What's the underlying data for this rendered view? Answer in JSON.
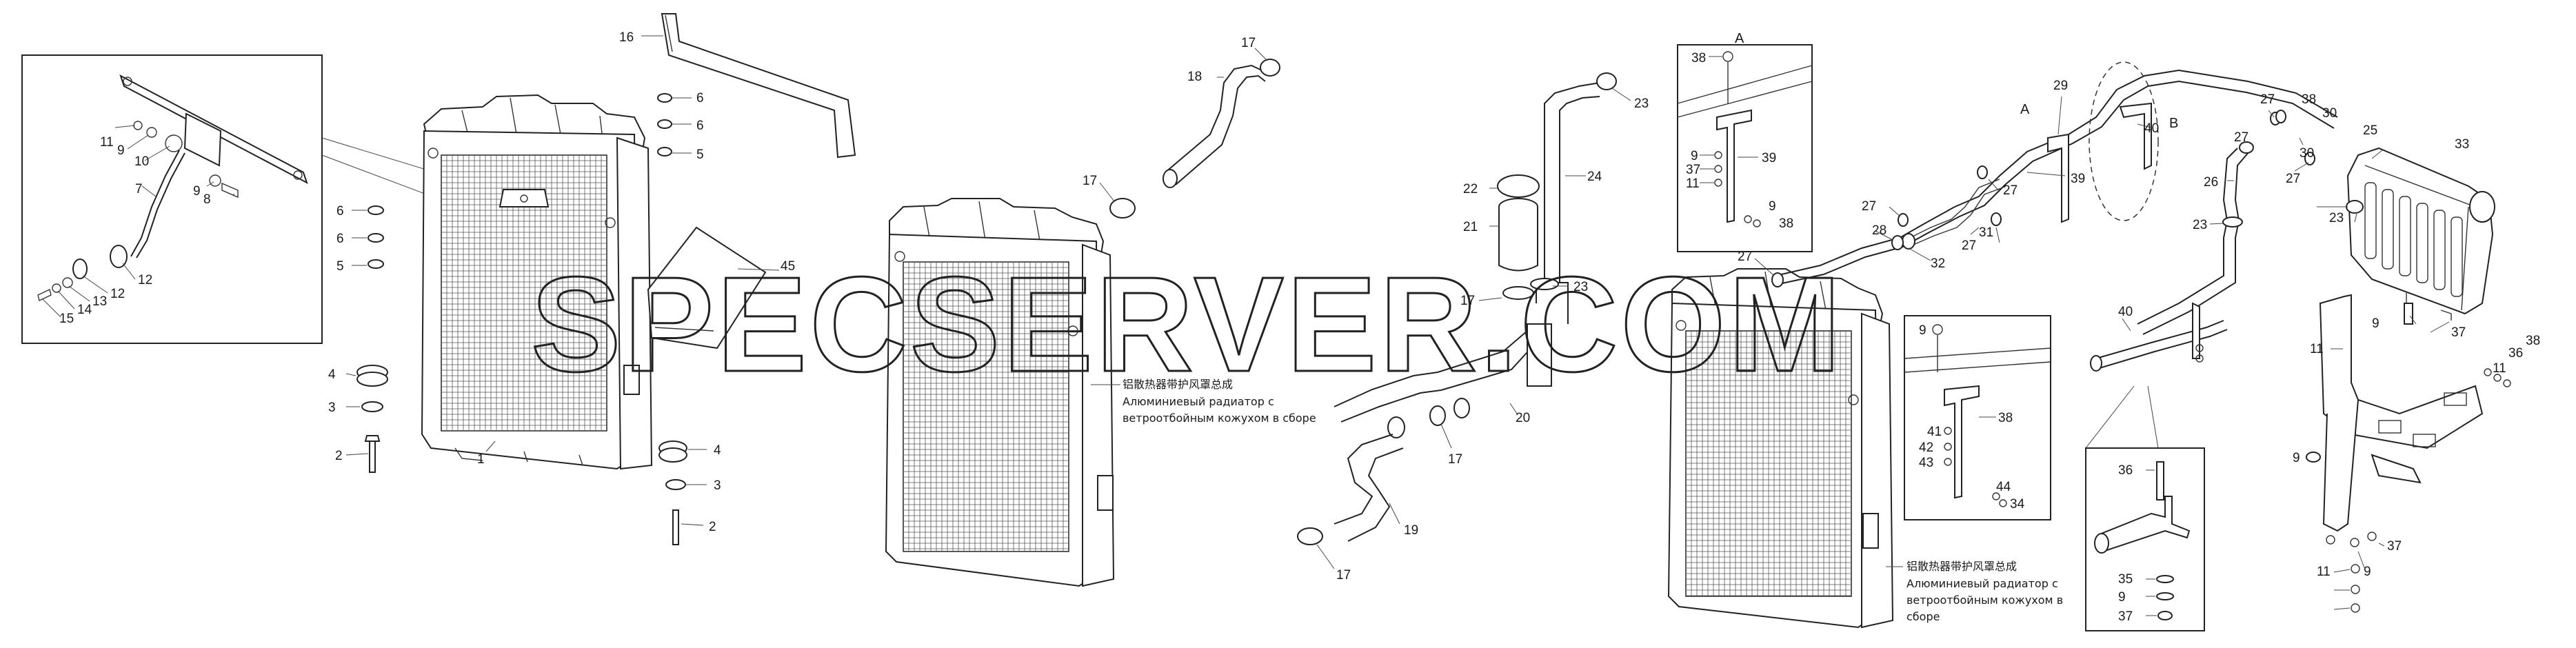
{
  "watermark": "SPECSERVER.COM",
  "detail_views": {
    "view_a": "A",
    "view_a_lead": "A",
    "view_b": "B"
  },
  "captions": {
    "assembly_center": {
      "zh": "铝散热器带护风罩总成",
      "ru_line1": "Алюминиевый радиатор с",
      "ru_line2": "ветроотбойным кожухом в сборе"
    },
    "assembly_right": {
      "zh": "铝散热器带护风罩总成",
      "ru_line1": "Алюминиевый радиатор с",
      "ru_line2": "ветроотбойным кожухом в",
      "ru_line3": "сборе"
    }
  },
  "callouts": [
    "11",
    "9",
    "10",
    "9",
    "8",
    "7",
    "12",
    "12",
    "13",
    "14",
    "15",
    "6",
    "6",
    "5",
    "4",
    "3",
    "2",
    "1",
    "16",
    "6",
    "6",
    "5",
    "45",
    "4",
    "3",
    "2",
    "17",
    "18",
    "17",
    "17",
    "17",
    "19",
    "20",
    "22",
    "21",
    "17",
    "23",
    "24",
    "23",
    "38",
    "39",
    "9",
    "37",
    "11",
    "9",
    "38",
    "27",
    "29",
    "40",
    "39",
    "28",
    "27",
    "32",
    "27",
    "31",
    "27",
    "27",
    "30",
    "27",
    "30",
    "27",
    "26",
    "33",
    "23",
    "23",
    "25",
    "38",
    "40",
    "9",
    "37",
    "11",
    "9",
    "38",
    "41",
    "42",
    "43",
    "44",
    "34",
    "36",
    "35",
    "9",
    "37",
    "11",
    "36",
    "38",
    "9",
    "9",
    "37",
    "11"
  ]
}
